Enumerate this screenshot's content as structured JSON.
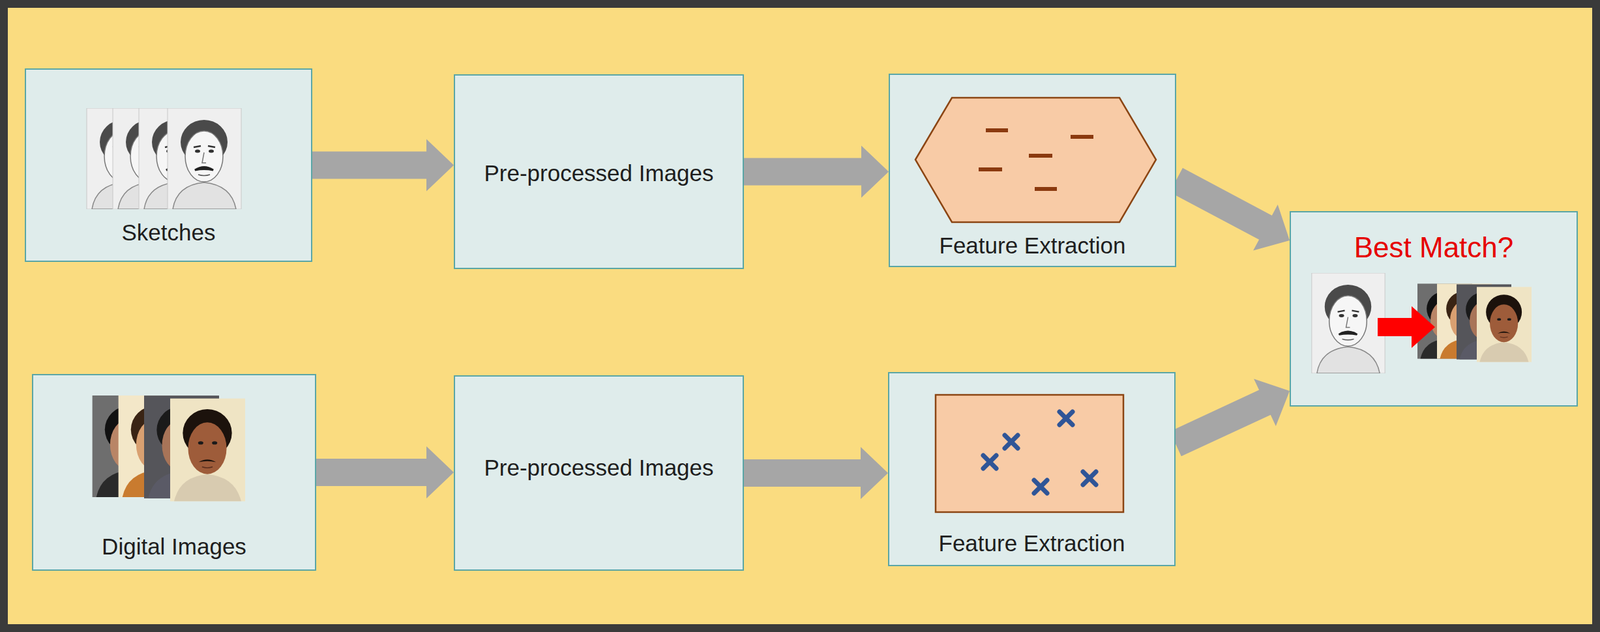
{
  "diagram": {
    "nodes": [
      {
        "text": [
          "Sketches"
        ]
      },
      {
        "text": [
          "Pre-processed Images"
        ]
      },
      {
        "text": [
          "Feature Extraction"
        ]
      },
      {
        "text": [
          "Digital Images"
        ]
      },
      {
        "text": [
          "Pre-processed Images"
        ]
      },
      {
        "text": [
          "Feature Extraction"
        ]
      },
      {
        "text": [
          "Best Match?"
        ]
      }
    ],
    "edges": [
      {
        "from": 0,
        "to": 1,
        "arrow": "to"
      },
      {
        "from": 1,
        "to": 2,
        "arrow": "to"
      },
      {
        "from": 2,
        "to": 6,
        "arrow": "to"
      },
      {
        "from": 3,
        "to": 4,
        "arrow": "to"
      },
      {
        "from": 4,
        "to": 5,
        "arrow": "to"
      },
      {
        "from": 5,
        "to": 6,
        "arrow": "to"
      }
    ]
  }
}
